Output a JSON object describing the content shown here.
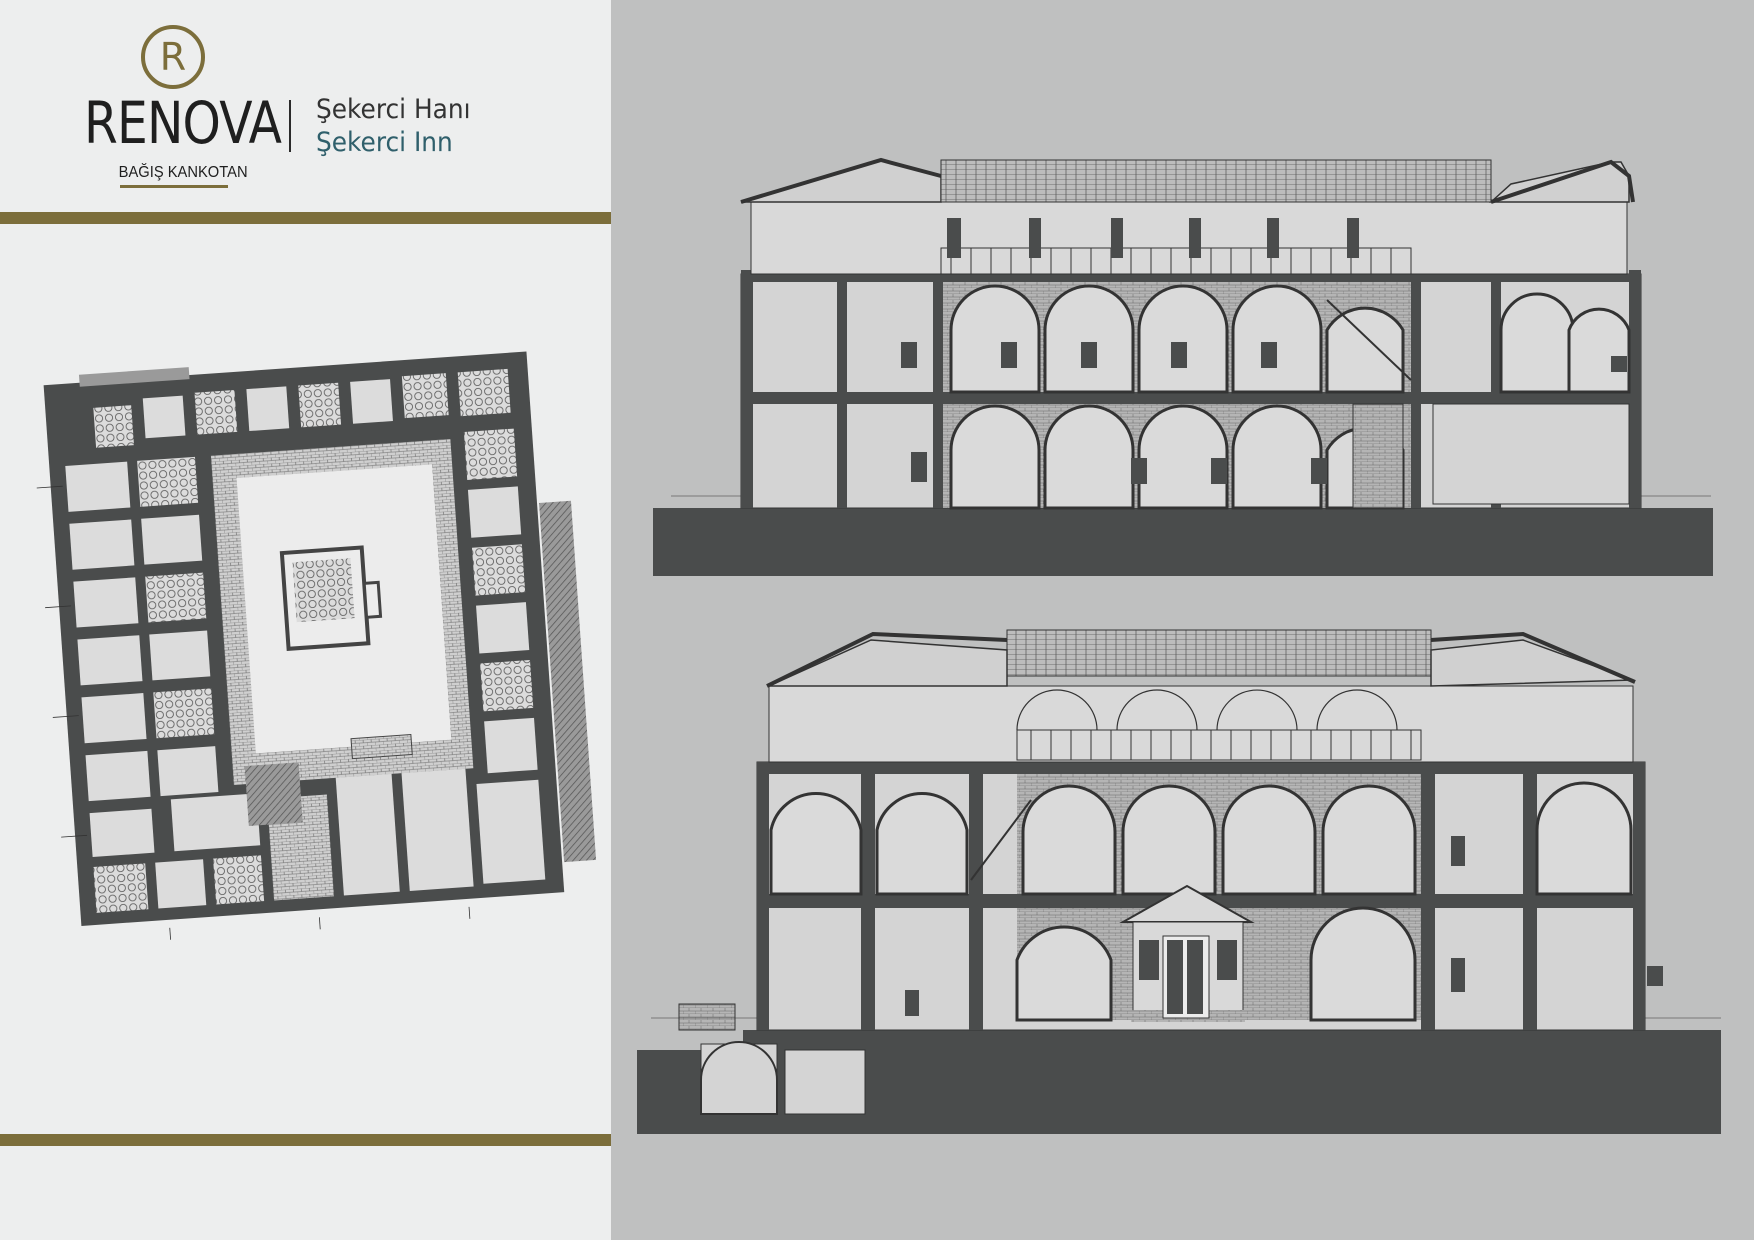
{
  "brand": {
    "logo_letter": "R",
    "name": "RENOVA",
    "person": "BAĞIŞ KANKOTAN"
  },
  "project": {
    "title_tr": "Şekerci Hanı",
    "title_en": "Şekerci Inn"
  },
  "colors": {
    "accent_gold": "#7c6e3b",
    "subtitle_teal": "#2f5f6b",
    "wall_dark": "#4a4c4c",
    "panel_left": "#edeeee",
    "panel_right": "#bfc0c0"
  },
  "drawings": {
    "plan": "ground-floor-plan",
    "section_1": "longitudinal-section",
    "section_2": "cross-section"
  }
}
